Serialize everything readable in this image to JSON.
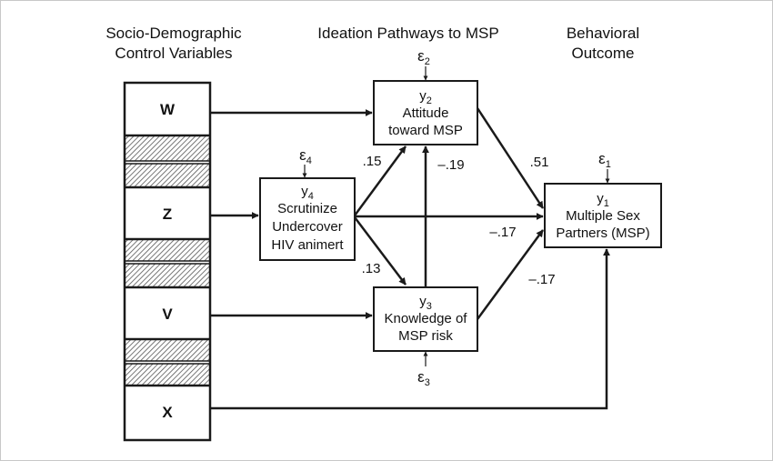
{
  "headers": {
    "left": [
      "Socio-Demographic",
      "Control Variables"
    ],
    "middle": "Ideation Pathways to MSP",
    "right": [
      "Behavioral",
      "Outcome"
    ]
  },
  "control_variables": [
    "W",
    "Z",
    "V",
    "X"
  ],
  "nodes": {
    "y2": {
      "id": "y",
      "sub": "2",
      "lines": [
        "Attitude",
        "toward MSP"
      ],
      "error": "ε",
      "error_sub": "2"
    },
    "y4": {
      "id": "y",
      "sub": "4",
      "lines": [
        "Scrutinize",
        "Undercover",
        "HIV animert"
      ],
      "error": "ε",
      "error_sub": "4"
    },
    "y3": {
      "id": "y",
      "sub": "3",
      "lines": [
        "Knowledge of",
        "MSP risk"
      ],
      "error": "ε",
      "error_sub": "3"
    },
    "y1": {
      "id": "y",
      "sub": "1",
      "lines": [
        "Multiple Sex",
        "Partners (MSP)"
      ],
      "error": "ε",
      "error_sub": "1"
    }
  },
  "coefficients": {
    "y4_to_y2": ".15",
    "y3_to_y2": "–.19",
    "y2_to_y1": ".51",
    "y4_to_y1": "–.17",
    "y4_to_y3": ".13",
    "y3_to_y1": "–.17"
  },
  "colors": {
    "line": "#1a1a1a",
    "hatch": "#555555",
    "frame": "#c8c8c8"
  }
}
